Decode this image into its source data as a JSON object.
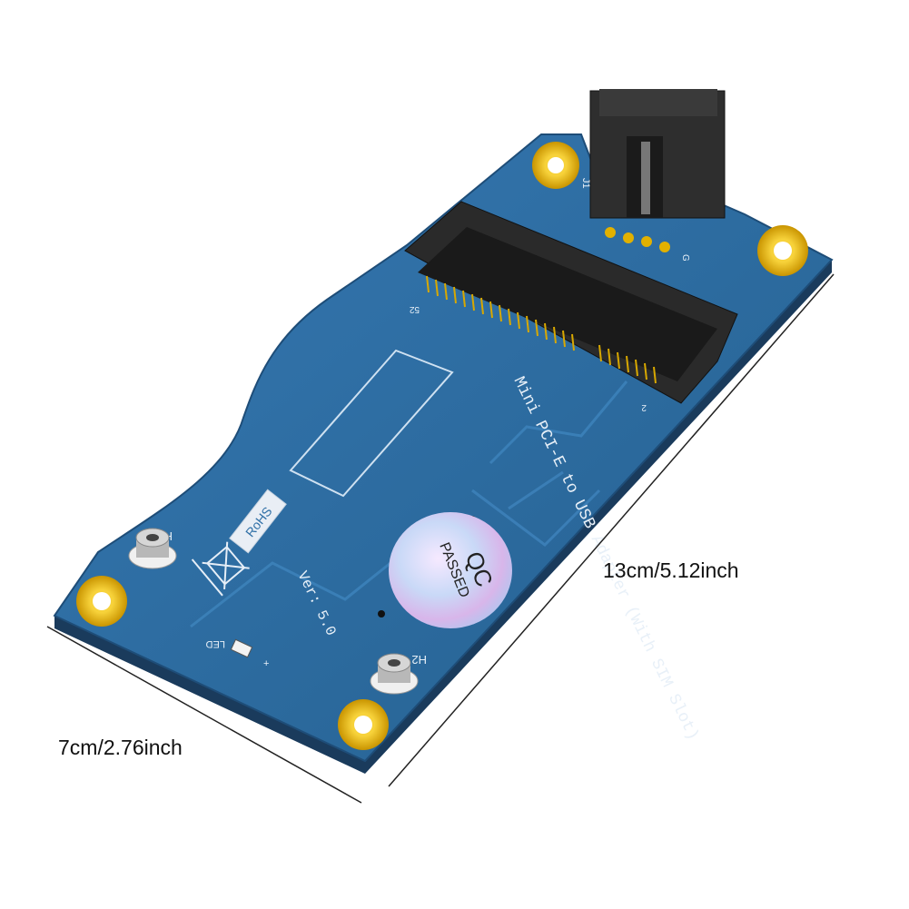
{
  "dimensions": {
    "length": "13cm/5.12inch",
    "width": "7cm/2.76inch"
  },
  "board": {
    "title_line1": "Mini PCI-E to USB Adapter (With SIM Slot)",
    "version": "Ver: 5.0",
    "rohs": "RoHS",
    "led": "LED",
    "plus": "+",
    "label_h1": "H1",
    "label_h2": "H2",
    "label_j1": "J1",
    "label_52": "52",
    "label_2": "2",
    "label_g": "G"
  },
  "qc_sticker": {
    "line1": "QC",
    "line2": "PASSED"
  },
  "colors": {
    "pcb": "#2f6fa6",
    "pcb_dark": "#1f4f7c",
    "gold": "#e2b100",
    "connector": "#2a2a2a"
  }
}
